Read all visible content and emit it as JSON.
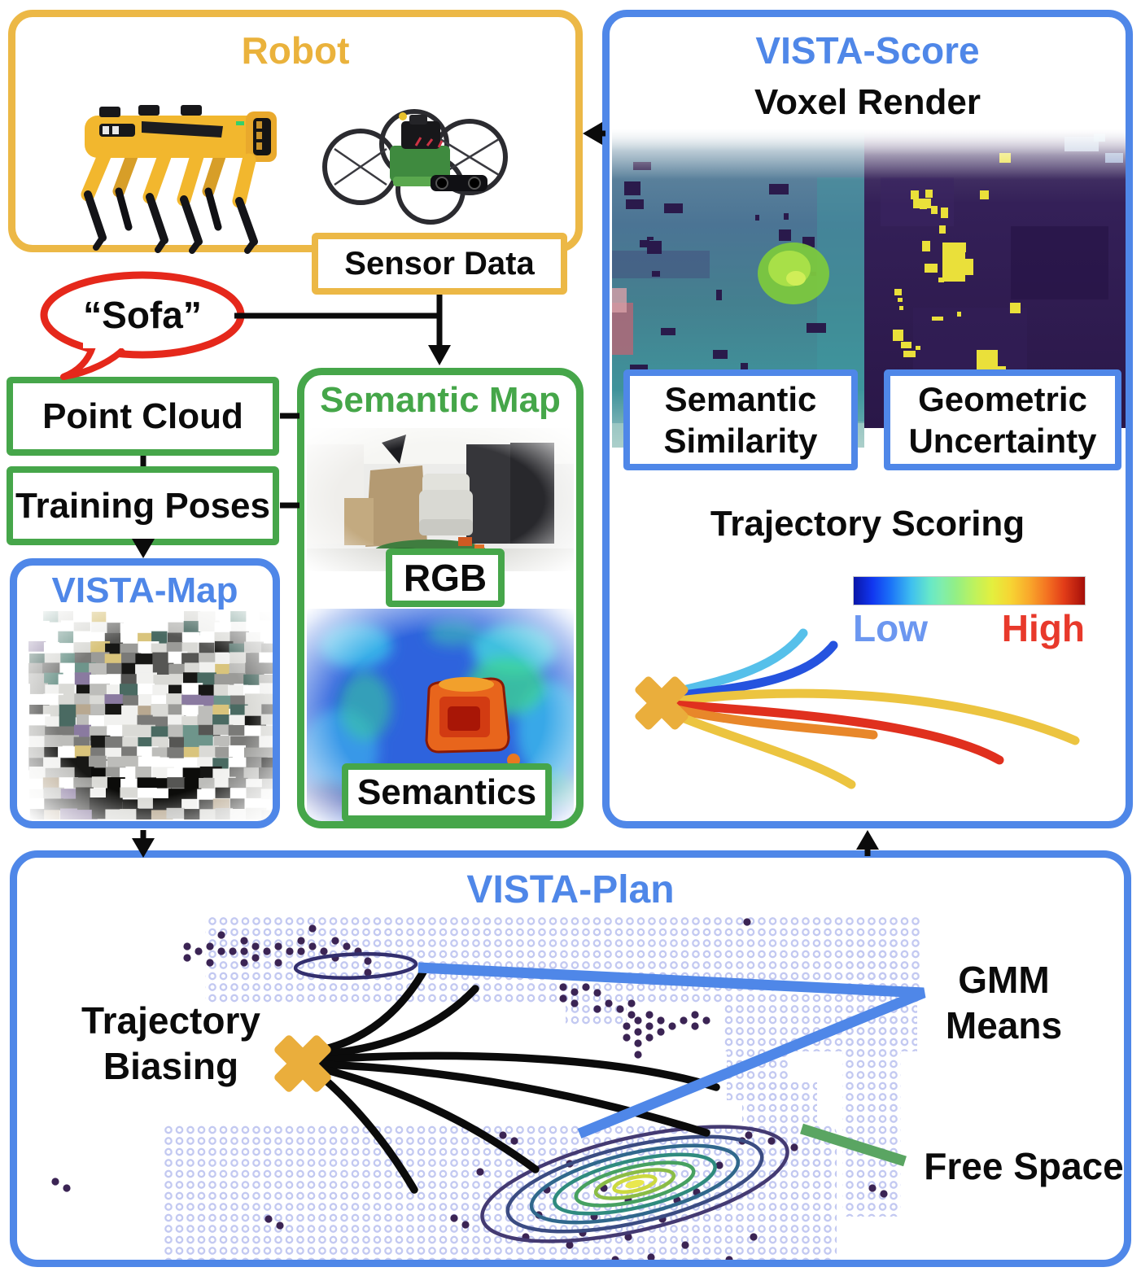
{
  "colors": {
    "yellow_border": "#ECB846",
    "green_border": "#46A64A",
    "blue_border": "#4F87E8",
    "red_bubble": "#E5281B",
    "blue_heading": "#4F87E8",
    "green_heading": "#45A649",
    "yellow_heading": "#EAB23C",
    "low_label_blue": "#6C97F0",
    "high_label_red": "#E8392B",
    "marker_orange": "#EAAE3C",
    "trajectory_black": "#0B0B0B"
  },
  "robot": {
    "title": "Robot",
    "sensor_data_label": "Sensor Data"
  },
  "speech_bubble": {
    "text": "“Sofa”"
  },
  "inputs": {
    "point_cloud_label": "Point Cloud",
    "training_poses_label": "Training Poses"
  },
  "vista_map": {
    "title": "VISTA-Map"
  },
  "semantic_map": {
    "title": "Semantic Map",
    "rgb_label": "RGB",
    "semantics_label": "Semantics"
  },
  "vista_score": {
    "title": "VISTA-Score",
    "voxel_render_heading": "Voxel Render",
    "semantic_similarity_line1": "Semantic",
    "semantic_similarity_line2": "Similarity",
    "geometric_uncertainty_line1": "Geometric",
    "geometric_uncertainty_line2": "Uncertainty",
    "trajectory_scoring_heading": "Trajectory Scoring",
    "colorbar_low_label": "Low",
    "colorbar_high_label": "High"
  },
  "vista_plan": {
    "title": "VISTA-Plan",
    "trajectory_biasing_line1": "Trajectory",
    "trajectory_biasing_line2": "Biasing",
    "gmm_means_line1": "GMM",
    "gmm_means_line2": "Means",
    "free_space_label": "Free Space"
  }
}
